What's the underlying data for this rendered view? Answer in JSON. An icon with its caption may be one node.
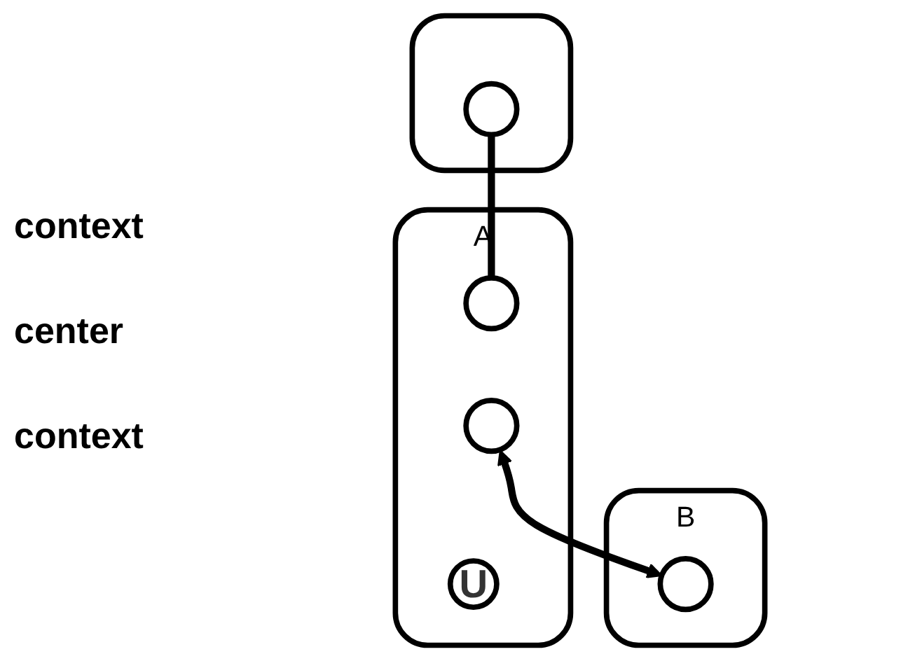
{
  "diagram": {
    "nodes": [
      {
        "text": [],
        "shape": "box"
      },
      {
        "text": [],
        "shape": "circle",
        "in": 0
      },
      {
        "text": [
          "A"
        ]
      },
      {
        "text": [],
        "shape": "circle",
        "in": 2
      },
      {
        "text": [],
        "shape": "circle",
        "in": 2
      },
      {
        "text": [
          "U"
        ],
        "in": 2
      },
      {
        "text": [
          "B"
        ]
      },
      {
        "text": [],
        "shape": "circle",
        "in": 6
      }
    ],
    "edges": [
      {
        "from": 1,
        "to": 3,
        "arrow": "none"
      },
      {
        "from": 4,
        "to": 7,
        "arrow": "both"
      }
    ],
    "labels": [
      "context",
      "center",
      "context"
    ]
  }
}
